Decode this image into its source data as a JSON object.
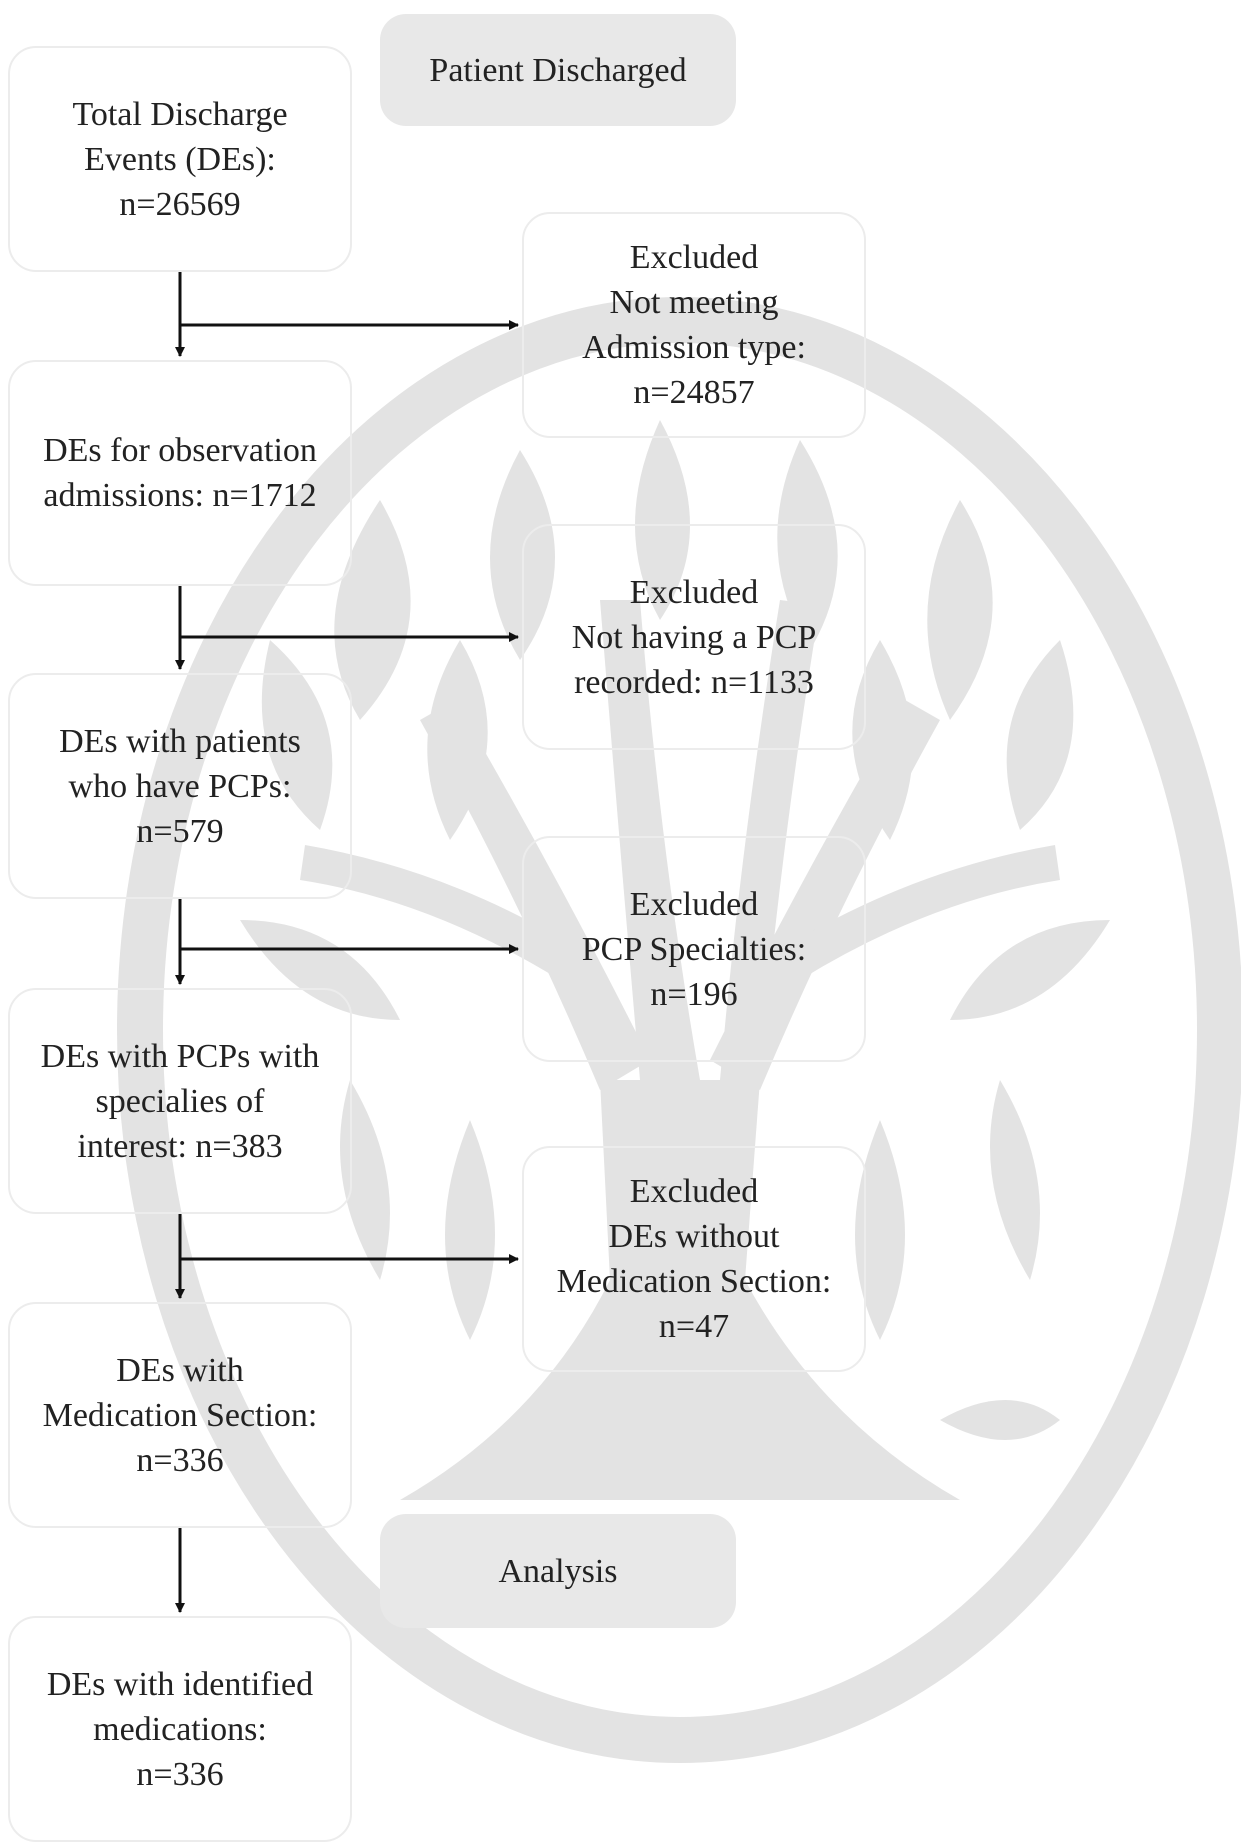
{
  "phases": {
    "top": "Patient Discharged",
    "bottom": "Analysis"
  },
  "main_flow": [
    {
      "lines": [
        "Total Discharge",
        "Events (DEs):",
        "n=26569"
      ]
    },
    {
      "lines": [
        "DEs for observation",
        "admissions: n=1712"
      ]
    },
    {
      "lines": [
        "DEs with patients",
        "who have PCPs:",
        "n=579"
      ]
    },
    {
      "lines": [
        "DEs with PCPs with",
        "specialies of",
        "interest: n=383"
      ]
    },
    {
      "lines": [
        "DEs with",
        "Medication Section:",
        "n=336"
      ]
    },
    {
      "lines": [
        "DEs with identified",
        "medications:",
        "n=336"
      ]
    }
  ],
  "exclusions": [
    {
      "lines": [
        "Excluded",
        "Not meeting",
        "Admission type:",
        "n=24857"
      ]
    },
    {
      "lines": [
        "Excluded",
        "Not having a PCP",
        "recorded: n=1133"
      ]
    },
    {
      "lines": [
        "Excluded",
        "PCP Specialties:",
        "n=196"
      ]
    },
    {
      "lines": [
        "Excluded",
        "DEs without",
        "Medication Section:",
        "n=47"
      ]
    }
  ],
  "colors": {
    "box_border": "#ececec",
    "phase_fill": "#e8e8e8",
    "arrow": "#111111",
    "watermark": "#e3e3e3",
    "text": "#222222"
  },
  "watermark_icon": "tree-in-oval-watermark"
}
